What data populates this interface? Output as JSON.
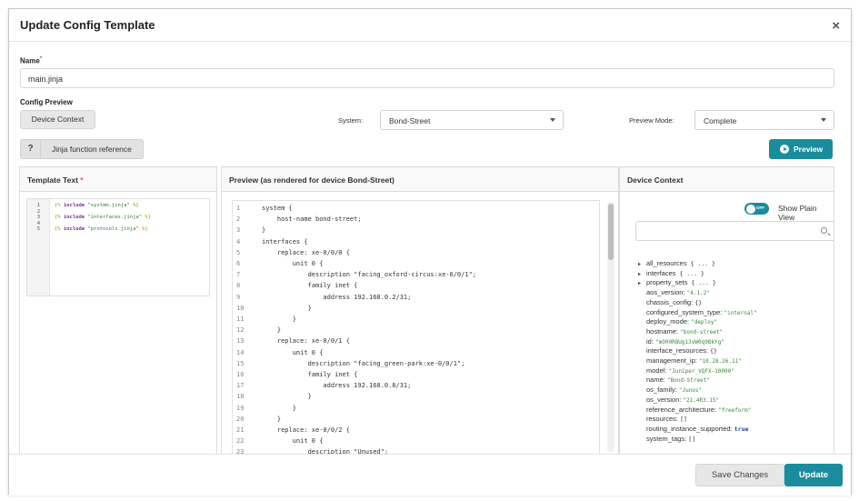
{
  "modal": {
    "title": "Update Config Template",
    "close_glyph": "×"
  },
  "name": {
    "label": "Name",
    "required_mark": "*",
    "value": "main.jinja"
  },
  "config_preview": {
    "label": "Config Preview",
    "device_context_button": "Device Context",
    "system_label": "System:",
    "system_value": "Bond-Street",
    "preview_mode_label": "Preview Mode:",
    "preview_mode_value": "Complete",
    "jinja_help_glyph": "?",
    "jinja_button": "Jinja function reference",
    "preview_button": "Preview"
  },
  "template_panel": {
    "title": "Template Text",
    "required_mark": "*",
    "lines": [
      {
        "n": "1",
        "code": "{% include \"system.jinja\" %}"
      },
      {
        "n": "2",
        "code": ""
      },
      {
        "n": "3",
        "code": "{% include \"interfaces.jinja\" %}"
      },
      {
        "n": "4",
        "code": ""
      },
      {
        "n": "5",
        "code": "{% include \"protocols.jinja\" %}"
      }
    ]
  },
  "preview_panel": {
    "title": "Preview (as rendered for device Bond-Street)",
    "lines": [
      {
        "n": "1",
        "text": "system {"
      },
      {
        "n": "2",
        "text": "    host-name bond-street;"
      },
      {
        "n": "3",
        "text": "}"
      },
      {
        "n": "4",
        "text": "interfaces {"
      },
      {
        "n": "5",
        "text": "    replace: xe-0/0/0 {"
      },
      {
        "n": "6",
        "text": "        unit 0 {"
      },
      {
        "n": "7",
        "text": "            description \"facing_oxford-circus:xe-0/0/1\";"
      },
      {
        "n": "8",
        "text": "            family inet {"
      },
      {
        "n": "9",
        "text": "                address 192.168.0.2/31;"
      },
      {
        "n": "10",
        "text": "            }"
      },
      {
        "n": "11",
        "text": "        }"
      },
      {
        "n": "12",
        "text": "    }"
      },
      {
        "n": "13",
        "text": "    replace: xe-0/0/1 {"
      },
      {
        "n": "14",
        "text": "        unit 0 {"
      },
      {
        "n": "15",
        "text": "            description \"facing_green-park:xe-0/0/1\";"
      },
      {
        "n": "16",
        "text": "            family inet {"
      },
      {
        "n": "17",
        "text": "                address 192.168.0.8/31;"
      },
      {
        "n": "18",
        "text": "            }"
      },
      {
        "n": "19",
        "text": "        }"
      },
      {
        "n": "20",
        "text": "    }"
      },
      {
        "n": "21",
        "text": "    replace: xe-0/0/2 {"
      },
      {
        "n": "22",
        "text": "        unit 0 {"
      },
      {
        "n": "23",
        "text": "            description \"Unused\";"
      }
    ]
  },
  "context_panel": {
    "title": "Device Context",
    "toggle_text": "OFF",
    "plain_view_label": "Show Plain View",
    "search_placeholder": "",
    "tree": [
      {
        "arrow": "▸",
        "key": "all_resources",
        "val": " { ... }",
        "type": "o"
      },
      {
        "arrow": "▸",
        "key": "interfaces",
        "val": " { ... }",
        "type": "o"
      },
      {
        "arrow": "▸",
        "key": "property_sets",
        "val": " { ... }",
        "type": "o"
      },
      {
        "arrow": "",
        "key": "aos_version: ",
        "val": "\"4.1.2\"",
        "type": "s"
      },
      {
        "arrow": "",
        "key": "chassis_config: ",
        "val": "{}",
        "type": "o"
      },
      {
        "arrow": "",
        "key": "configured_system_type: ",
        "val": "\"internal\"",
        "type": "s"
      },
      {
        "arrow": "",
        "key": "deploy_mode: ",
        "val": "\"deploy\"",
        "type": "s"
      },
      {
        "arrow": "",
        "key": "hostname: ",
        "val": "\"bond-street\"",
        "type": "s"
      },
      {
        "arrow": "",
        "key": "id: ",
        "val": "\"mO00R8Ug13vW0q9BkYg\"",
        "type": "s"
      },
      {
        "arrow": "",
        "key": "interface_resources: ",
        "val": "{}",
        "type": "o"
      },
      {
        "arrow": "",
        "key": "management_ip: ",
        "val": "\"10.28.26.11\"",
        "type": "s"
      },
      {
        "arrow": "",
        "key": "model: ",
        "val": "\"Juniper_VQFX-10000\"",
        "type": "s"
      },
      {
        "arrow": "",
        "key": "name: ",
        "val": "\"Bond-Street\"",
        "type": "s"
      },
      {
        "arrow": "",
        "key": "os_family: ",
        "val": "\"Junos\"",
        "type": "s"
      },
      {
        "arrow": "",
        "key": "os_version: ",
        "val": "\"21.4R3.15\"",
        "type": "s"
      },
      {
        "arrow": "",
        "key": "reference_architecture: ",
        "val": "\"freeform\"",
        "type": "s"
      },
      {
        "arrow": "",
        "key": "resources: ",
        "val": "[]",
        "type": "o"
      },
      {
        "arrow": "",
        "key": "routing_instance_supported: ",
        "val": "true",
        "type": "b"
      },
      {
        "arrow": "",
        "key": "system_tags: ",
        "val": "[]",
        "type": "o"
      }
    ]
  },
  "footer": {
    "save_button": "Save Changes",
    "update_button": "Update"
  },
  "colors": {
    "accent": "#1b8c9b",
    "required": "#d9534f"
  }
}
